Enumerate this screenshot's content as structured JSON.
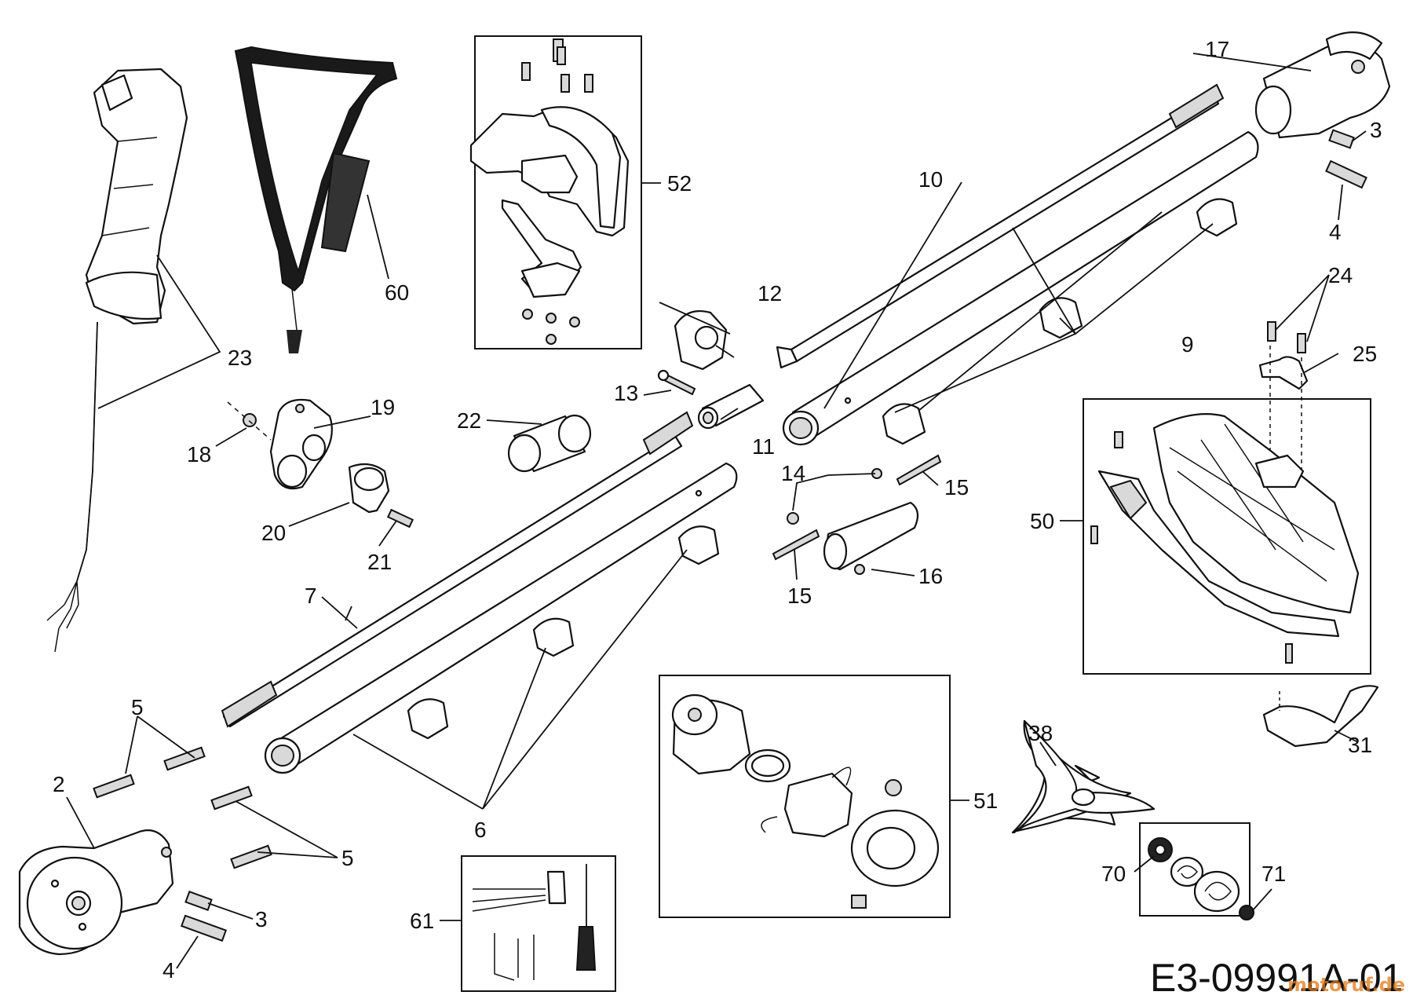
{
  "diagram": {
    "drawing_code": "E3-09991A-01",
    "watermark": "motoruf.de",
    "labels": {
      "p2": "2",
      "p3a": "3",
      "p3b": "3",
      "p4a": "4",
      "p4b": "4",
      "p5a": "5",
      "p5b": "5",
      "p6": "6",
      "p7": "7",
      "p9": "9",
      "p10": "10",
      "p11": "11",
      "p12": "12",
      "p13": "13",
      "p14": "14",
      "p15a": "15",
      "p15b": "15",
      "p16": "16",
      "p17": "17",
      "p18": "18",
      "p19": "19",
      "p20": "20",
      "p21": "21",
      "p22": "22",
      "p23": "23",
      "p24": "24",
      "p25": "25",
      "p31": "31",
      "p38": "38",
      "p50": "50",
      "p51": "51",
      "p52": "52",
      "p60": "60",
      "p61": "61",
      "p70": "70",
      "p71": "71"
    }
  }
}
